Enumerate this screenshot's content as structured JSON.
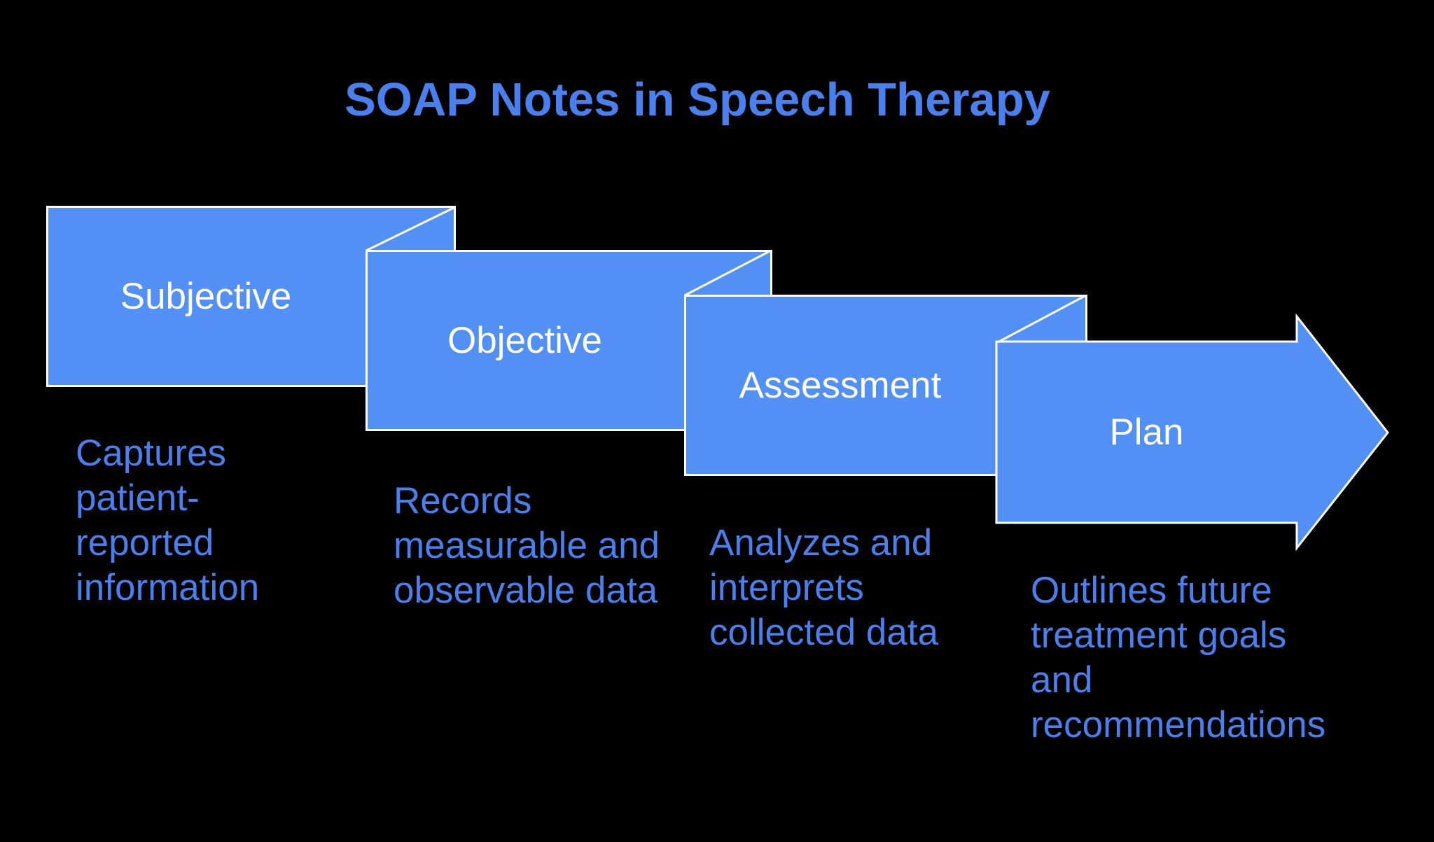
{
  "title": "SOAP Notes in Speech Therapy",
  "colors": {
    "background": "#000000",
    "box_fill": "#5290F5",
    "box_border": "#FFFFFF",
    "label_white": "#FFFFFF",
    "text_blue": "#4A80EE"
  },
  "steps": [
    {
      "label": "Subjective",
      "description": "Captures\npatient-\nreported\ninformation"
    },
    {
      "label": "Objective",
      "description": "Records\nmeasurable and\nobservable data"
    },
    {
      "label": "Assessment",
      "description": "Analyzes and\ninterprets\ncollected data"
    },
    {
      "label": "Plan",
      "description": "Outlines future\ntreatment goals\nand\nrecommendations"
    }
  ]
}
